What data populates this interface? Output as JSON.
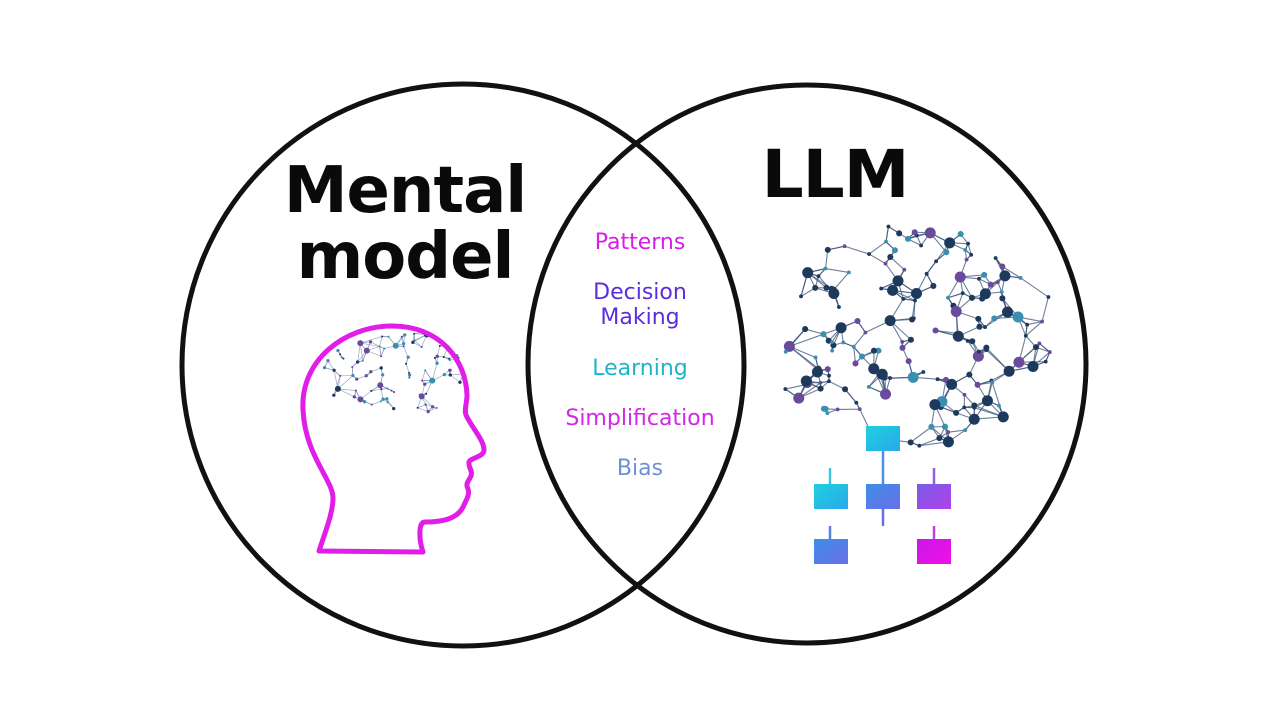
{
  "diagram": {
    "type": "venn",
    "left_set": {
      "title_line1": "Mental",
      "title_line2": "model",
      "illustration": "head-silhouette-with-neural-network-icon",
      "outline_color": "#e01ee8"
    },
    "right_set": {
      "title": "LLM",
      "illustration": "neural-network-brain-with-hierarchy-tree-icon"
    },
    "intersection": {
      "items": [
        {
          "label": "Patterns",
          "color": "#d91ee8"
        },
        {
          "label": "Decision Making",
          "color": "#5a2de0"
        },
        {
          "label": "Learning",
          "color": "#1fb5c8"
        },
        {
          "label": "Simplification",
          "color": "#d426e6"
        },
        {
          "label": "Bias",
          "color": "#6d8fd8"
        }
      ]
    },
    "palette": {
      "circle_stroke": "#111111",
      "network_node_dark": "#1d3a5c",
      "network_node_purple": "#6a4a9a",
      "network_node_teal": "#3a8fb0",
      "tree_cyan": "#22c6de",
      "tree_blue": "#4f86e8",
      "tree_purple": "#9a4fe8",
      "tree_magenta": "#e014e8"
    }
  }
}
